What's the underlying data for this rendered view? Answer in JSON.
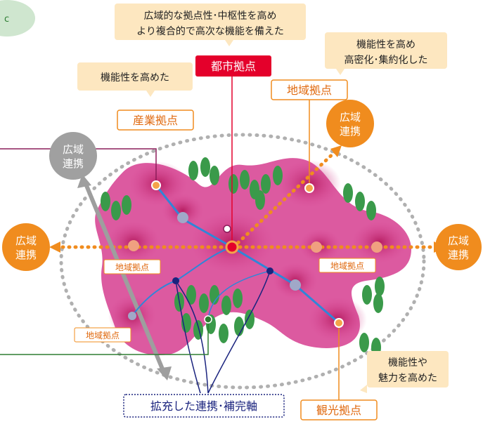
{
  "colors": {
    "urban_red": "#e4002b",
    "orange": "#f08c1e",
    "gray_circle": "#a0a0a0",
    "pink_region": "#d9489a",
    "callout_bg": "#fde7c0",
    "blue_axis": "#1e64b4",
    "navy_dot": "#1a237e",
    "tree_green": "#3a9a4a",
    "badge_green": "#cfe6cf",
    "line_purple": "#8c1d5a",
    "line_green": "#2e7d32"
  },
  "callouts": {
    "urban_function": [
      "広域的な拠点性･中枢性を高め",
      "より複合的で高次な機能を備えた"
    ],
    "industrial_function": "機能性を高めた",
    "regional_function": [
      "機能性を高め",
      "高密化･集約化した"
    ],
    "tourism_function": [
      "機能性や",
      "魅力を高めた"
    ]
  },
  "labels": {
    "urban_hub": "都市拠点",
    "industrial_hub": "産業拠点",
    "regional_hub_top": "地域拠点",
    "regional_hub_left": "地域拠点",
    "regional_hub_right": "地域拠点",
    "regional_hub_bottom_left": "地域拠点",
    "tourism_hub": "観光拠点",
    "expanded_axis": "拡充した連携･補完軸"
  },
  "wide_area_circles": {
    "top_right": [
      "広域",
      "連携"
    ],
    "gray_left": [
      "広域",
      "連携"
    ],
    "left": [
      "広域",
      "連携"
    ],
    "right": [
      "広域",
      "連携"
    ]
  },
  "icons": {
    "top_left_badge": "green-oval-badge-icon",
    "bidirectional_arrow": "gray-double-arrow-icon"
  }
}
